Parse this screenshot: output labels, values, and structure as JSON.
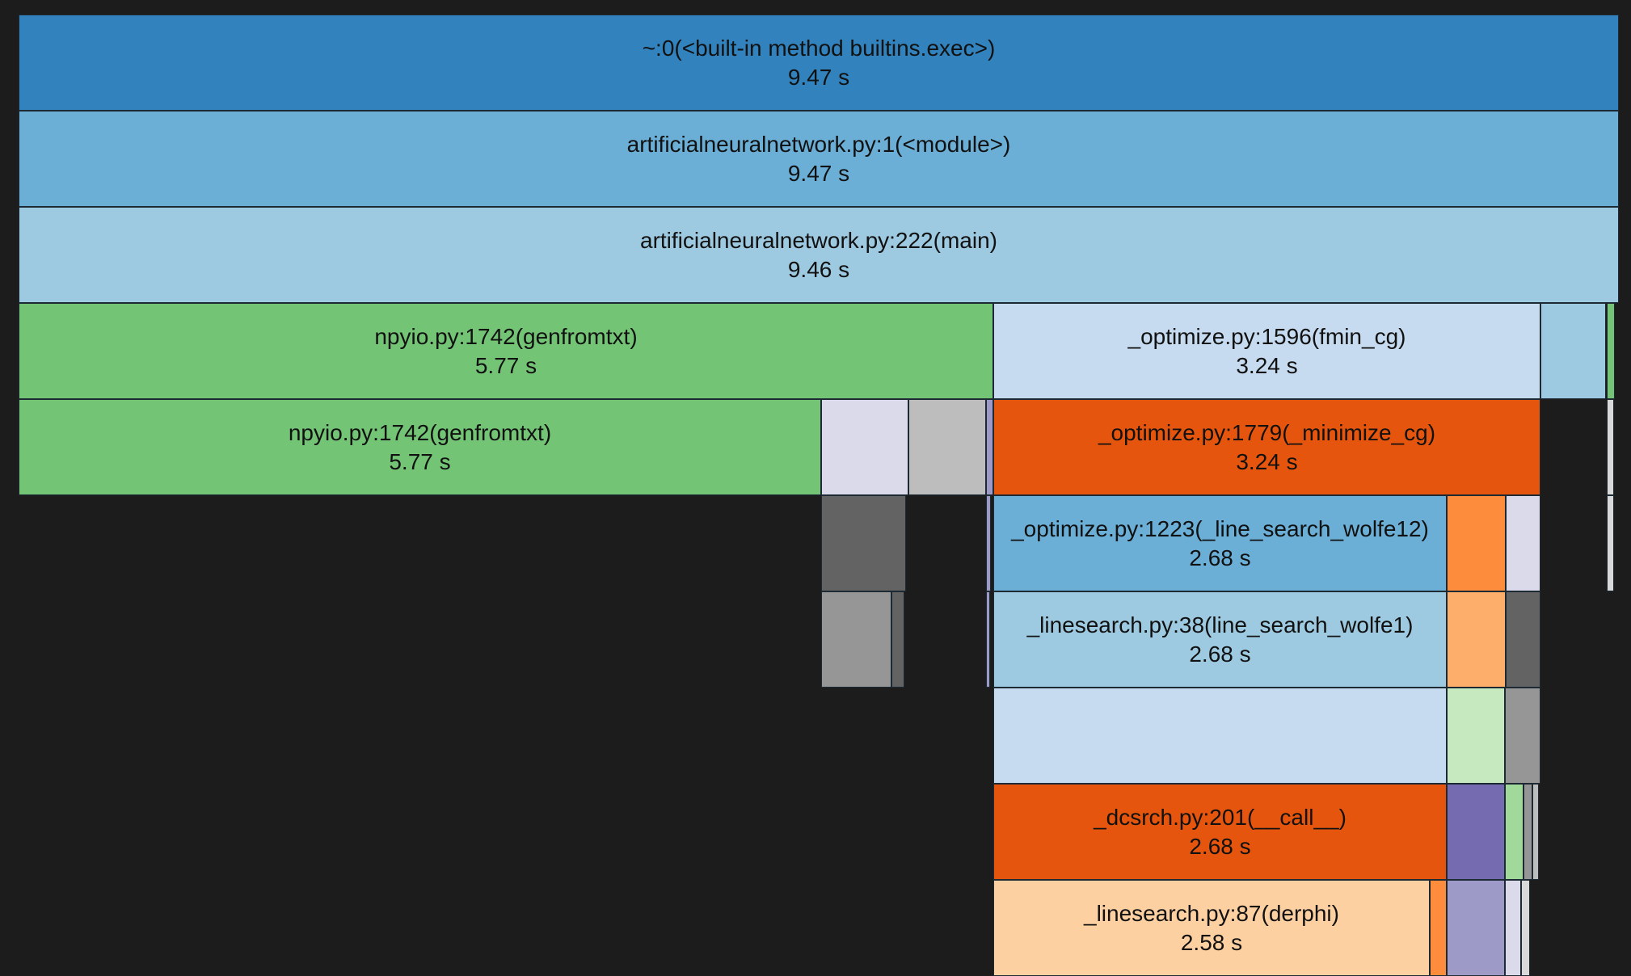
{
  "view": {
    "background": "#1c1c1c",
    "border_color": "#1e2a33"
  },
  "frames": [
    {
      "id": "f-exec",
      "name": "~:0(<built-in method builtins.exec>)",
      "duration": "9.47 s",
      "color": "#3182bd",
      "depth": 0
    },
    {
      "id": "f-module",
      "name": "artificialneuralnetwork.py:1(<module>)",
      "duration": "9.47 s",
      "color": "#6baed6",
      "depth": 1
    },
    {
      "id": "f-main",
      "name": "artificialneuralnetwork.py:222(main)",
      "duration": "9.46 s",
      "color": "#9ecae1",
      "depth": 2
    },
    {
      "id": "f-genfromtxt-1",
      "name": "npyio.py:1742(genfromtxt)",
      "duration": "5.77 s",
      "color": "#74c476",
      "depth": 3
    },
    {
      "id": "f-fmin-cg",
      "name": "_optimize.py:1596(fmin_cg)",
      "duration": "3.24 s",
      "color": "#c6dbef",
      "depth": 3
    },
    {
      "id": "f-depth3-a",
      "name": "",
      "duration": "",
      "color": "#9ecae1",
      "depth": 3
    },
    {
      "id": "f-depth3-b",
      "name": "",
      "duration": "",
      "color": "#74c476",
      "depth": 3
    },
    {
      "id": "f-genfromtxt-2",
      "name": "npyio.py:1742(genfromtxt)",
      "duration": "5.77 s",
      "color": "#74c476",
      "depth": 4
    },
    {
      "id": "f-depth4-a",
      "name": "",
      "duration": "",
      "color": "#dadaeb",
      "depth": 4
    },
    {
      "id": "f-depth4-b",
      "name": "",
      "duration": "",
      "color": "#bdbdbd",
      "depth": 4
    },
    {
      "id": "f-depth4-c",
      "name": "",
      "duration": "",
      "color": "#9e9ac8",
      "depth": 4
    },
    {
      "id": "f-minimize-cg",
      "name": "_optimize.py:1779(_minimize_cg)",
      "duration": "3.24 s",
      "color": "#e6550d",
      "depth": 4
    },
    {
      "id": "f-depth4-d",
      "name": "",
      "duration": "",
      "color": "#d9d9d9",
      "depth": 4
    },
    {
      "id": "f-depth5-a",
      "name": "",
      "duration": "",
      "color": "#636363",
      "depth": 5
    },
    {
      "id": "f-depth5-b",
      "name": "",
      "duration": "",
      "color": "#9e9ac8",
      "depth": 5
    },
    {
      "id": "f-line-search-wolfe12",
      "name": "_optimize.py:1223(_line_search_wolfe12)",
      "duration": "2.68 s",
      "color": "#6baed6",
      "depth": 5
    },
    {
      "id": "f-depth5-c",
      "name": "",
      "duration": "",
      "color": "#fd8d3c",
      "depth": 5
    },
    {
      "id": "f-depth5-d",
      "name": "",
      "duration": "",
      "color": "#dadaeb",
      "depth": 5
    },
    {
      "id": "f-depth5-e",
      "name": "",
      "duration": "",
      "color": "#d9d9d9",
      "depth": 5
    },
    {
      "id": "f-depth6-a",
      "name": "",
      "duration": "",
      "color": "#969696",
      "depth": 6
    },
    {
      "id": "f-depth6-b",
      "name": "",
      "duration": "",
      "color": "#636363",
      "depth": 6
    },
    {
      "id": "f-depth6-c",
      "name": "",
      "duration": "",
      "color": "#9e9ac8",
      "depth": 6
    },
    {
      "id": "f-line-search-wolfe1",
      "name": "_linesearch.py:38(line_search_wolfe1)",
      "duration": "2.68 s",
      "color": "#9ecae1",
      "depth": 6
    },
    {
      "id": "f-depth6-d",
      "name": "",
      "duration": "",
      "color": "#fdae6b",
      "depth": 6
    },
    {
      "id": "f-depth6-e",
      "name": "",
      "duration": "",
      "color": "#636363",
      "depth": 6
    },
    {
      "id": "f-depth7-a",
      "name": "",
      "duration": "",
      "color": "#c6dbef",
      "depth": 7
    },
    {
      "id": "f-depth7-b",
      "name": "",
      "duration": "",
      "color": "#c7e9c0",
      "depth": 7
    },
    {
      "id": "f-depth7-c",
      "name": "",
      "duration": "",
      "color": "#969696",
      "depth": 7
    },
    {
      "id": "f-dcsrch-call",
      "name": "_dcsrch.py:201(__call__)",
      "duration": "2.68 s",
      "color": "#e6550d",
      "depth": 8
    },
    {
      "id": "f-depth8-a",
      "name": "",
      "duration": "",
      "color": "#756bb1",
      "depth": 8
    },
    {
      "id": "f-depth8-b",
      "name": "",
      "duration": "",
      "color": "#a1d99b",
      "depth": 8
    },
    {
      "id": "f-depth8-c",
      "name": "",
      "duration": "",
      "color": "#969696",
      "depth": 8
    },
    {
      "id": "f-depth8-d",
      "name": "",
      "duration": "",
      "color": "#bdbdbd",
      "depth": 8
    },
    {
      "id": "f-derphi",
      "name": "_linesearch.py:87(derphi)",
      "duration": "2.58 s",
      "color": "#fdd0a2",
      "depth": 9
    },
    {
      "id": "f-depth9-a",
      "name": "",
      "duration": "",
      "color": "#fd8d3c",
      "depth": 9
    },
    {
      "id": "f-depth9-b",
      "name": "",
      "duration": "",
      "color": "#9e9ac8",
      "depth": 9
    },
    {
      "id": "f-depth9-c",
      "name": "",
      "duration": "",
      "color": "#dadaeb",
      "depth": 9
    },
    {
      "id": "f-depth9-d",
      "name": "",
      "duration": "",
      "color": "#d9d9d9",
      "depth": 9
    }
  ]
}
